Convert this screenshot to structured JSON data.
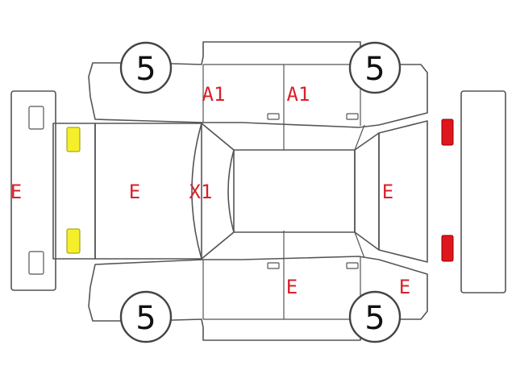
{
  "colors": {
    "outline": "#555555",
    "code_text": "#d8202a",
    "front_lamp_fill": "#f4ef2a",
    "front_lamp_stroke": "#9a9400",
    "rear_lamp_fill": "#e0151d",
    "rear_lamp_stroke": "#8b0000",
    "tire_ring": "#444444"
  },
  "tires": {
    "front_left": "5",
    "rear_left": "5",
    "front_right": "5",
    "rear_right": "5"
  },
  "codes": {
    "front_bumper": "E",
    "hood": "E",
    "windshield": "X1",
    "left_front_door": "A1",
    "left_rear_door": "A1",
    "rear_glass": "E",
    "right_rear_door": "E",
    "right_rear_quarter": "E"
  },
  "lamps": {
    "front": {
      "type": "headlamp",
      "count": 2
    },
    "rear": {
      "type": "taillamp",
      "count": 2
    }
  }
}
